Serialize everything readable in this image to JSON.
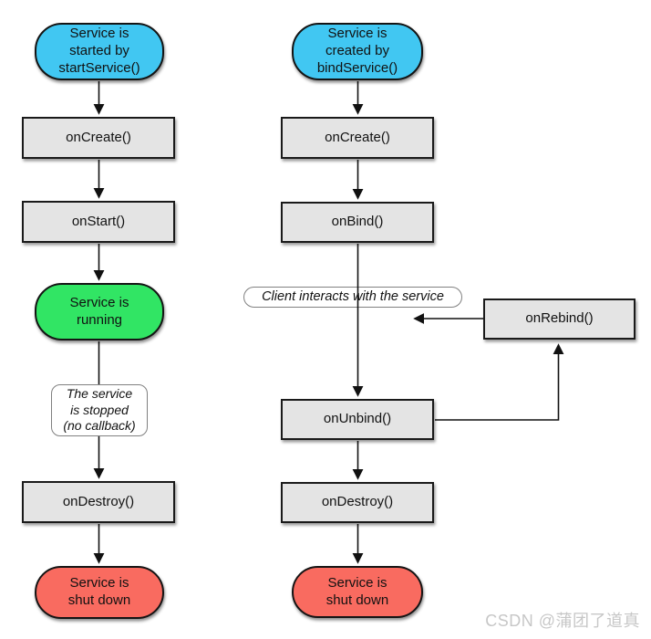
{
  "left_flow": {
    "nodes": [
      {
        "id": "started-terminal",
        "label": "Service is\nstarted by\nstartService()"
      },
      {
        "id": "oncreate",
        "label": "onCreate()"
      },
      {
        "id": "onstart",
        "label": "onStart()"
      },
      {
        "id": "running-terminal",
        "label": "Service is\nrunning"
      },
      {
        "id": "stopped-note",
        "label": "The service\nis stopped\n(no callback)"
      },
      {
        "id": "ondestroy",
        "label": "onDestroy()"
      },
      {
        "id": "shutdown-terminal",
        "label": "Service is\nshut down"
      }
    ]
  },
  "right_flow": {
    "nodes": [
      {
        "id": "created-terminal",
        "label": "Service is\ncreated by\nbindService()"
      },
      {
        "id": "oncreate",
        "label": "onCreate()"
      },
      {
        "id": "onbind",
        "label": "onBind()"
      },
      {
        "id": "client-note",
        "label": "Client interacts with the service"
      },
      {
        "id": "onrebind",
        "label": "onRebind()"
      },
      {
        "id": "onunbind",
        "label": "onUnbind()"
      },
      {
        "id": "ondestroy",
        "label": "onDestroy()"
      },
      {
        "id": "shutdown-terminal",
        "label": "Service is\nshut down"
      }
    ]
  },
  "colors": {
    "terminal_start_blue": "#41c7f2",
    "terminal_running_green": "#31e564",
    "terminal_shutdown_red": "#f96b60",
    "callback_box_gray": "#e4e4e4",
    "line_black": "#111111",
    "watermark_gray": "#c7c7c7"
  },
  "watermark": {
    "text": "CSDN @蒲团了道真"
  }
}
